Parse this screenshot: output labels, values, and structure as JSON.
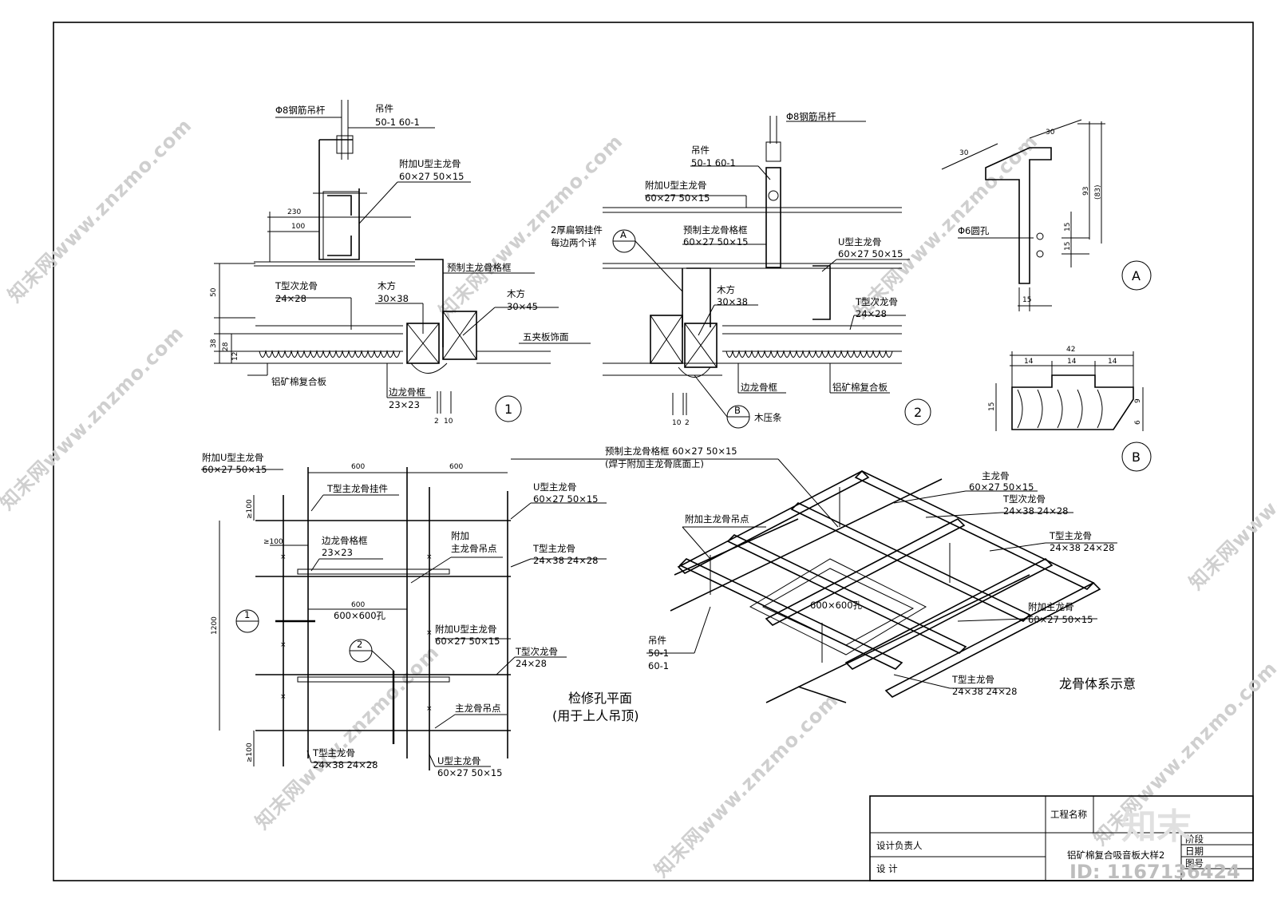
{
  "detail1": {
    "rod": "Φ8钢筋吊杆",
    "hanger": "吊件",
    "hanger_spec": "50-1  60-1",
    "u_main": "附加U型主龙骨",
    "u_main_spec": "60×27  50×15",
    "dim_230": "230",
    "dim_100": "100",
    "dim_50": "50",
    "dim_38": "38",
    "dim_28": "28",
    "dim_12": "12",
    "t_sub": "T型次龙骨",
    "t_sub_spec": "24×28",
    "prefab": "预制主龙骨格框",
    "wood1": "木方",
    "wood1_spec": "30×38",
    "wood2": "木方",
    "wood2_spec": "30×45",
    "plywood": "五夹板饰面",
    "panel": "铝矿棉复合板",
    "edge": "边龙骨框",
    "edge_spec": "23×23",
    "dim_2": "2",
    "dim_10": "10",
    "number": "1"
  },
  "detail2": {
    "rod": "Φ8钢筋吊杆",
    "hanger": "吊件",
    "hanger_spec": "50-1  60-1",
    "u_main": "附加U型主龙骨",
    "u_main_spec": "60×27  50×15",
    "flat_steel": "2厚扁钢挂件",
    "flat_steel_2": "每边两个详",
    "callout_a": "A",
    "prefab": "预制主龙骨格框",
    "prefab_spec": "60×27  50×15",
    "u_main2": "U型主龙骨",
    "u_main2_spec": "60×27  50×15",
    "wood": "木方",
    "wood_spec": "30×38",
    "t_sub": "T型次龙骨",
    "t_sub_spec": "24×28",
    "edge": "边龙骨框",
    "panel": "铝矿棉复合板",
    "callout_b": "B",
    "strip": "木压条",
    "dim_10": "10",
    "dim_2": "2",
    "number": "2"
  },
  "detailA": {
    "dim_30a": "30",
    "dim_30b": "30",
    "dim_93": "93",
    "dim_83": "(83)",
    "dim_15a": "15",
    "dim_15b": "15",
    "dim_15c": "15",
    "hole": "Φ6圆孔",
    "label": "A"
  },
  "detailB": {
    "dim_42": "42",
    "dim_14a": "14",
    "dim_14b": "14",
    "dim_14c": "14",
    "dim_15": "15",
    "dim_9": "9",
    "dim_6": "6",
    "label": "B"
  },
  "plan": {
    "u_main": "附加U型主龙骨",
    "u_main_spec": "60×27  50×15",
    "dim_600a": "600",
    "dim_600b": "600",
    "dim_600c": "600",
    "dim_1200": "1200",
    "ge100a": "≥100",
    "ge100b": "≥100",
    "ge100c": "≥100",
    "t_hanger": "T型主龙骨挂件",
    "u_main_r": "U型主龙骨",
    "u_main_r_spec": "60×27  50×15",
    "edge": "边龙骨格框",
    "edge_spec": "23×23",
    "extra1": "附加",
    "extra2": "主龙骨吊点",
    "t_main_r": "T型主龙骨",
    "t_main_r_spec": "24×38  24×28",
    "hole": "600×600孔",
    "u_main_m": "附加U型主龙骨",
    "u_main_m_spec": "60×27  50×15",
    "t_sub": "T型次龙骨",
    "t_sub_spec": "24×28",
    "main_point": "主龙骨吊点",
    "t_main_b": "T型主龙骨",
    "t_main_b_spec": "24×38  24×28",
    "u_main_b": "U型主龙骨",
    "u_main_b_spec": "60×27  50×15",
    "callout1": "1",
    "callout2": "2",
    "title": "检修孔平面",
    "subtitle": "(用于上人吊顶)"
  },
  "iso": {
    "prefab": "预制主龙骨格框  60×27  50×15",
    "prefab_note": "(焊于附加主龙骨底面上)",
    "main": "主龙骨",
    "main_spec": "60×27  50×15",
    "t_sub": "T型次龙骨",
    "t_sub_spec": "24×38  24×28",
    "extra_point": "附加主龙骨吊点",
    "t_main_r": "T型主龙骨",
    "t_main_r_spec": "24×38  24×28",
    "hole": "600×600孔",
    "extra_main": "附加主龙骨",
    "extra_main_spec": "60×27  50×15",
    "hanger": "吊件",
    "hanger_spec1": "50-1",
    "hanger_spec2": "60-1",
    "t_main_b": "T型主龙骨",
    "t_main_b_spec": "24×38  24×28",
    "title": "龙骨体系示意"
  },
  "title_block": {
    "project_label": "工程名称",
    "design_lead": "设计负责人",
    "design": "设    计",
    "drawing_name": "铝矿棉复合吸音板大样2",
    "stage": "阶段",
    "date": "日期",
    "drawing_no": "图号"
  },
  "watermark": {
    "text": "知末网www.znzmo.com",
    "logo": "知末",
    "id": "ID: 1167136424"
  }
}
